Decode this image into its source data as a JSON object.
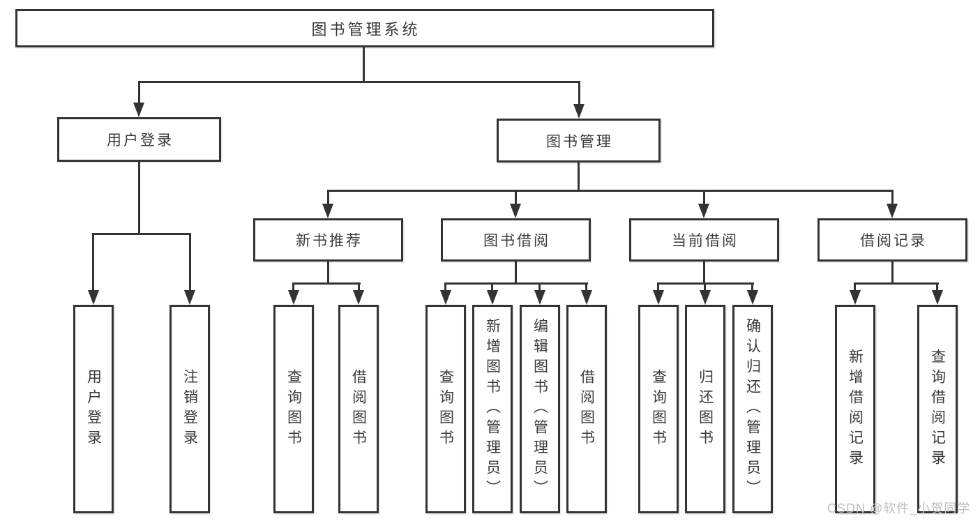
{
  "diagram": {
    "root": "图书管理系统",
    "login": {
      "label": "用户登录",
      "children": [
        "用户登录",
        "注销登录"
      ]
    },
    "management": {
      "label": "图书管理",
      "sections": [
        {
          "label": "新书推荐",
          "children": [
            "查询图书",
            "借阅图书"
          ]
        },
        {
          "label": "图书借阅",
          "children": [
            "查询图书",
            "新增图书（管理员）",
            "编辑图书（管理员）",
            "借阅图书"
          ]
        },
        {
          "label": "当前借阅",
          "children": [
            "查询图书",
            "归还图书",
            "确认归还（管理员）"
          ]
        },
        {
          "label": "借阅记录",
          "children": [
            "新增借阅记录",
            "查询借阅记录"
          ]
        }
      ]
    }
  },
  "watermark": "CSDN @软件_小贺同学",
  "colors": {
    "line": "#333333",
    "text": "#3a3a3a",
    "watermark_text": "#bfbfbf",
    "background": "#ffffff"
  }
}
